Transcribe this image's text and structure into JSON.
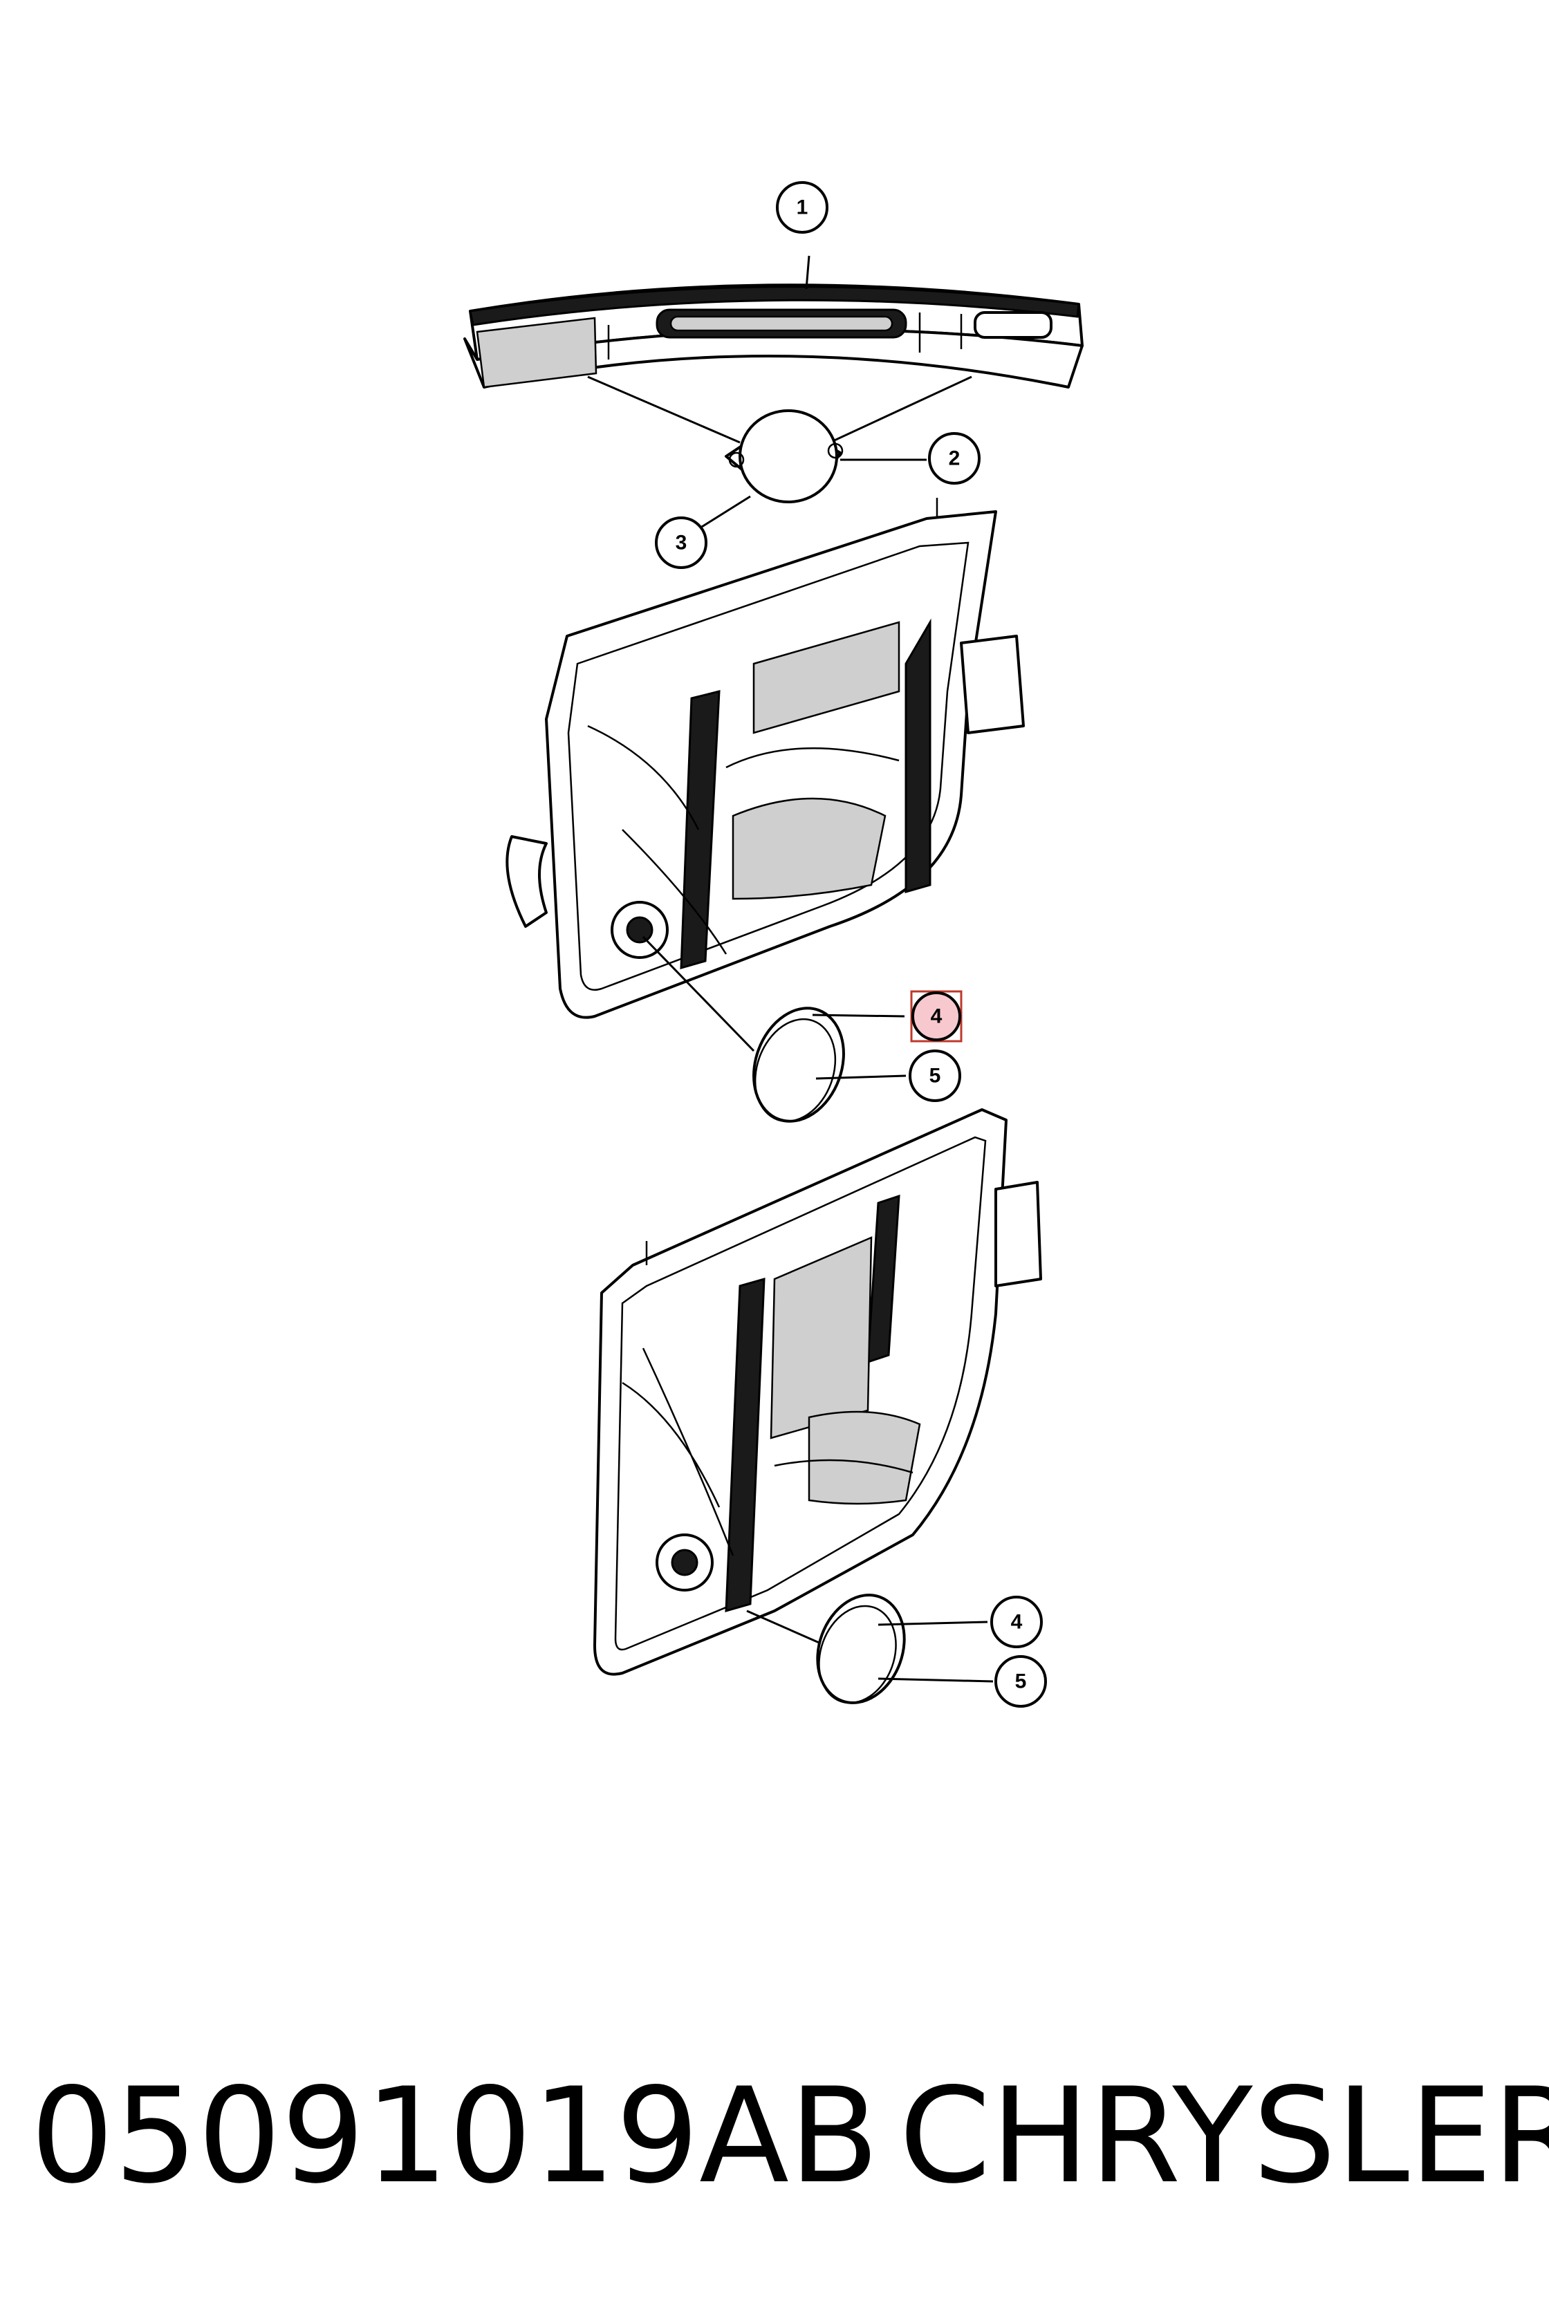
{
  "callouts": [
    {
      "id": "callout-1",
      "label": "1"
    },
    {
      "id": "callout-2",
      "label": "2"
    },
    {
      "id": "callout-3",
      "label": "3"
    },
    {
      "id": "callout-4a",
      "label": "4"
    },
    {
      "id": "callout-5a",
      "label": "5"
    },
    {
      "id": "callout-4b",
      "label": "4"
    },
    {
      "id": "callout-5b",
      "label": "5"
    }
  ],
  "caption": {
    "part_number": "05091019AB",
    "brand": "CHRYSLER"
  },
  "colors": {
    "highlight": "#f7c9cf",
    "line": "#000000"
  }
}
